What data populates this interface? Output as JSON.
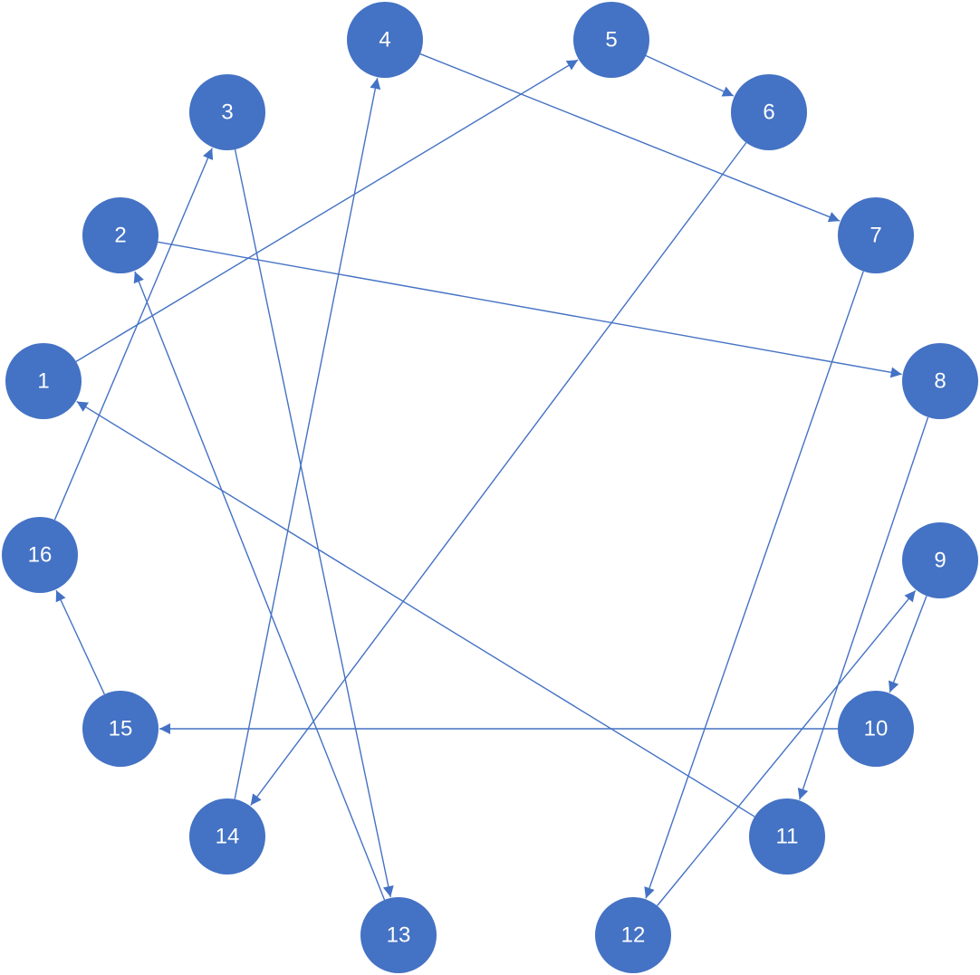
{
  "colors": {
    "node_fill": "#4472C4",
    "edge_stroke": "#4472C4",
    "label_text": "#FFFFFF",
    "background": "#FFFFFF"
  },
  "nodes": [
    {
      "id": "1",
      "label": "1"
    },
    {
      "id": "2",
      "label": "2"
    },
    {
      "id": "3",
      "label": "3"
    },
    {
      "id": "4",
      "label": "4"
    },
    {
      "id": "5",
      "label": "5"
    },
    {
      "id": "6",
      "label": "6"
    },
    {
      "id": "7",
      "label": "7"
    },
    {
      "id": "8",
      "label": "8"
    },
    {
      "id": "9",
      "label": "9"
    },
    {
      "id": "10",
      "label": "10"
    },
    {
      "id": "11",
      "label": "11"
    },
    {
      "id": "12",
      "label": "12"
    },
    {
      "id": "13",
      "label": "13"
    },
    {
      "id": "14",
      "label": "14"
    },
    {
      "id": "15",
      "label": "15"
    },
    {
      "id": "16",
      "label": "16"
    }
  ],
  "edges": [
    {
      "from": "1",
      "to": "5"
    },
    {
      "from": "2",
      "to": "8"
    },
    {
      "from": "3",
      "to": "13"
    },
    {
      "from": "4",
      "to": "7"
    },
    {
      "from": "5",
      "to": "6"
    },
    {
      "from": "6",
      "to": "14"
    },
    {
      "from": "7",
      "to": "12"
    },
    {
      "from": "8",
      "to": "11"
    },
    {
      "from": "9",
      "to": "10"
    },
    {
      "from": "10",
      "to": "15"
    },
    {
      "from": "11",
      "to": "1"
    },
    {
      "from": "12",
      "to": "9"
    },
    {
      "from": "13",
      "to": "2"
    },
    {
      "from": "14",
      "to": "4"
    },
    {
      "from": "15",
      "to": "16"
    },
    {
      "from": "16",
      "to": "3"
    }
  ]
}
